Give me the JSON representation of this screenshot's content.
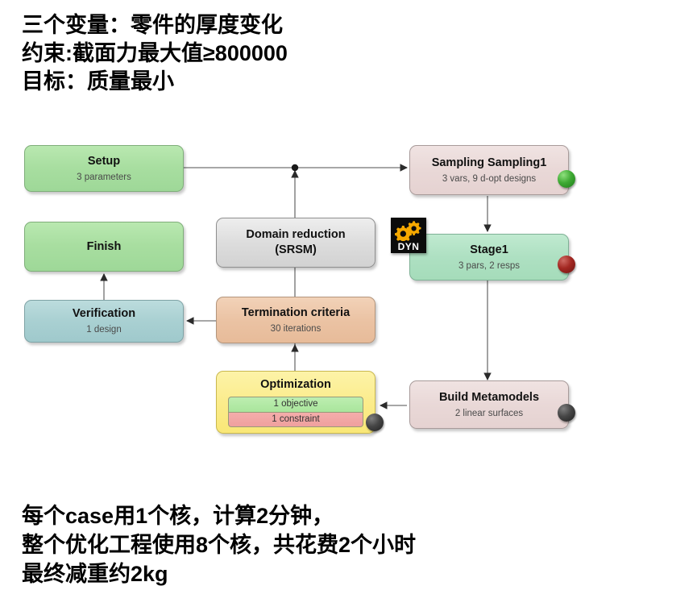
{
  "header": {
    "lines": [
      "三个变量：零件的厚度变化",
      "约束:截面力最大值≥800000",
      "目标：质量最小"
    ]
  },
  "footer": {
    "lines": [
      "每个case用1个核，计算2分钟，",
      "整个优化工程使用8个核，共花费2个小时",
      "最终减重约2kg"
    ]
  },
  "flowchart": {
    "nodes": {
      "setup": {
        "title": "Setup",
        "subtitle": "3 parameters"
      },
      "sampling": {
        "title": "Sampling Sampling1",
        "subtitle": "3 vars, 9 d-opt designs",
        "status": "green"
      },
      "finish": {
        "title": "Finish",
        "subtitle": ""
      },
      "domain": {
        "title_line1": "Domain reduction",
        "title_line2": "(SRSM)"
      },
      "stage1": {
        "title": "Stage1",
        "subtitle": "3 pars, 2 resps",
        "status": "red"
      },
      "verification": {
        "title": "Verification",
        "subtitle": "1 design"
      },
      "termination": {
        "title": "Termination criteria",
        "subtitle": "30 iterations"
      },
      "optimization": {
        "title": "Optimization",
        "band_objective": "1 objective",
        "band_constraint": "1 constraint",
        "status": "dark"
      },
      "metamodels": {
        "title": "Build Metamodels",
        "subtitle": "2 linear surfaces",
        "status": "dark"
      }
    },
    "badge": {
      "label": "DYN"
    },
    "colors": {
      "green": "#a8dea0",
      "mint": "#aee0c2",
      "blue": "#a9d0d2",
      "gray": "#dddddd",
      "peach": "#ebc3a4",
      "pink": "#e9d8d7",
      "yellow": "#fbec8c",
      "status_green": "#3faa34",
      "status_red": "#a32822",
      "status_dark": "#464646",
      "connector": "#8a8a8a",
      "badge_bg": "#0b0b0b",
      "badge_gear": "#f5a800"
    }
  }
}
